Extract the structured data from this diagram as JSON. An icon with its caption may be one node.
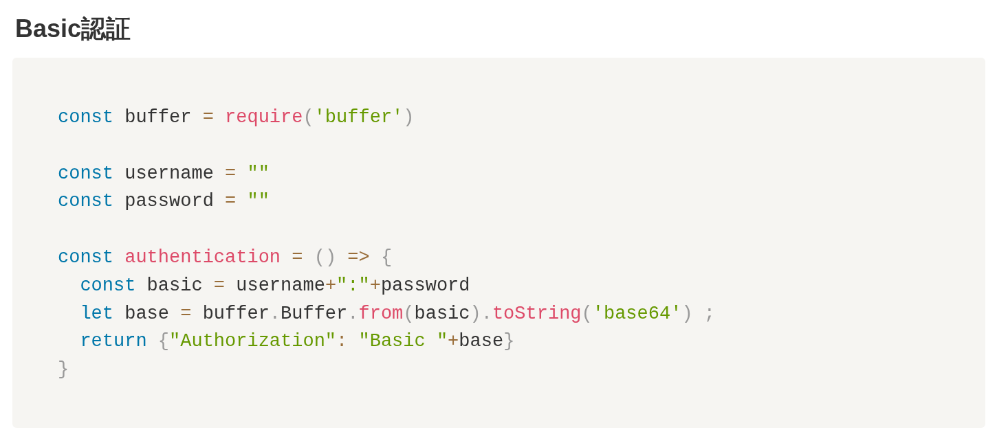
{
  "diagram": {
    "title": "Basic認証",
    "labels": [
      "const buffer = require('buffer')",
      "const username = \"\"",
      "const password = \"\"",
      "const authentication = () => {",
      "  const basic = username+\":\"+password",
      "  let base = buffer.Buffer.from(basic).toString('base64') ;",
      "  return {\"Authorization\": \"Basic \"+base}",
      "}"
    ]
  }
}
